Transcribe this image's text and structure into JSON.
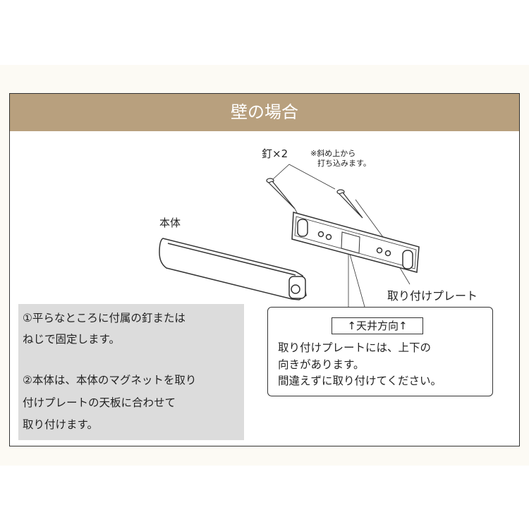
{
  "title": "壁の場合",
  "labels": {
    "nails": "釘×2",
    "nails_note_line1": "※斜め上から",
    "nails_note_line2": "打ち込みます。",
    "body": "本体",
    "plate": "取り付けプレート"
  },
  "instructions": {
    "step1_line1": "①平らなところに付属の釘または",
    "step1_line2": "ねじで固定します。",
    "step2_line1": "②本体は、本体のマグネットを取り",
    "step2_line2": "付けプレートの天板に合わせて",
    "step2_line3": "取り付けます。"
  },
  "notice": {
    "direction": "↑天井方向↑",
    "line1": "取り付けプレートには、上下の",
    "line2": "向きがあります。",
    "line3": "間違えずに取り付けてください。"
  },
  "colors": {
    "header": "#b8a07e",
    "background": "#fcfaf4",
    "instruction_box": "#dcdcdc"
  }
}
